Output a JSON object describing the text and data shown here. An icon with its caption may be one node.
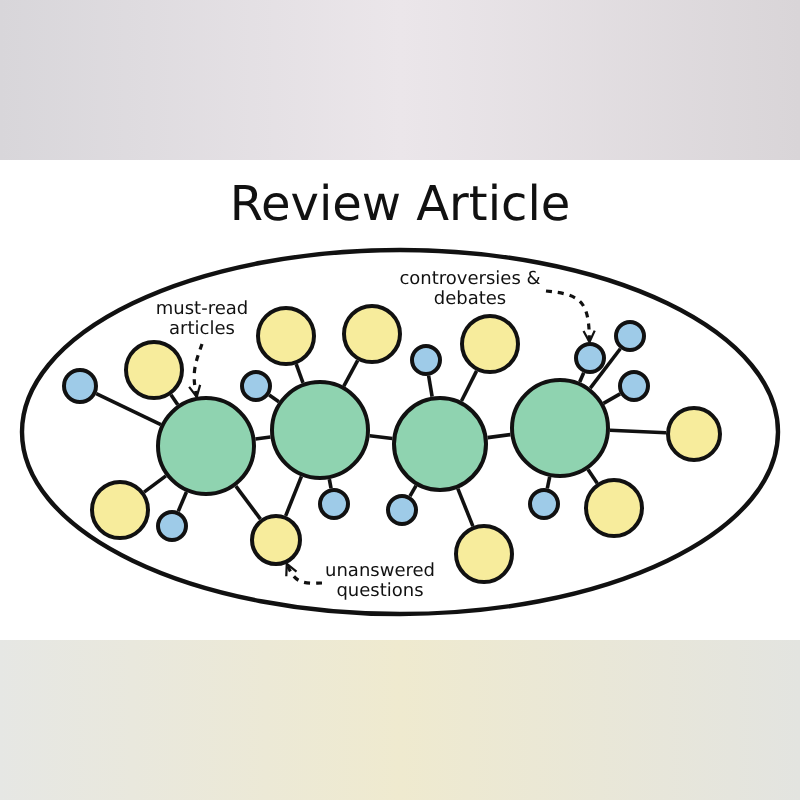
{
  "diagram": {
    "title": "Review Article",
    "nodes": [
      {
        "text": [
          "must-read articles"
        ]
      },
      {
        "text": [
          "controversies & debates"
        ]
      },
      {
        "text": [
          "unanswered questions"
        ]
      },
      {
        "text": [],
        "shape": "circle"
      },
      {
        "text": [],
        "shape": "circle"
      },
      {
        "text": [],
        "shape": "circle"
      },
      {
        "text": [],
        "shape": "circle"
      },
      {
        "text": [],
        "shape": "circle"
      },
      {
        "text": [],
        "shape": "circle"
      },
      {
        "text": [],
        "shape": "circle"
      },
      {
        "text": [],
        "shape": "circle"
      },
      {
        "text": [],
        "shape": "circle"
      },
      {
        "text": [],
        "shape": "circle"
      },
      {
        "text": [],
        "shape": "circle"
      },
      {
        "text": [],
        "shape": "circle"
      },
      {
        "text": [],
        "shape": "circle"
      },
      {
        "text": [],
        "shape": "circle"
      },
      {
        "text": [],
        "shape": "circle"
      },
      {
        "text": [],
        "shape": "circle"
      },
      {
        "text": [],
        "shape": "circle"
      },
      {
        "text": [],
        "shape": "circle"
      },
      {
        "text": [],
        "shape": "circle"
      },
      {
        "text": [],
        "shape": "circle"
      },
      {
        "text": [],
        "shape": "circle"
      },
      {
        "text": [],
        "shape": "circle"
      },
      {
        "text": [],
        "shape": "circle"
      }
    ],
    "edges": [
      {
        "from": 0,
        "to": 7,
        "arrow": "to",
        "style": "dashed"
      },
      {
        "from": 1,
        "to": 21,
        "arrow": "to",
        "style": "dashed"
      },
      {
        "from": 2,
        "to": 9,
        "arrow": "to",
        "style": "dashed"
      },
      {
        "from": 7,
        "to": 3,
        "arrow": "none"
      },
      {
        "from": 7,
        "to": 5,
        "arrow": "none"
      },
      {
        "from": 7,
        "to": 4,
        "arrow": "none"
      },
      {
        "from": 7,
        "to": 6,
        "arrow": "none"
      },
      {
        "from": 7,
        "to": 9,
        "arrow": "none"
      },
      {
        "from": 7,
        "to": 11,
        "arrow": "none"
      },
      {
        "from": 11,
        "to": 8,
        "arrow": "none"
      },
      {
        "from": 11,
        "to": 10,
        "arrow": "none"
      },
      {
        "from": 11,
        "to": 13,
        "arrow": "none"
      },
      {
        "from": 11,
        "to": 12,
        "arrow": "none"
      },
      {
        "from": 11,
        "to": 9,
        "arrow": "none"
      },
      {
        "from": 11,
        "to": 16,
        "arrow": "none"
      },
      {
        "from": 16,
        "to": 15,
        "arrow": "none"
      },
      {
        "from": 16,
        "to": 18,
        "arrow": "none"
      },
      {
        "from": 16,
        "to": 14,
        "arrow": "none"
      },
      {
        "from": 16,
        "to": 17,
        "arrow": "none"
      },
      {
        "from": 16,
        "to": 20,
        "arrow": "none"
      },
      {
        "from": 20,
        "to": 21,
        "arrow": "none"
      },
      {
        "from": 20,
        "to": 23,
        "arrow": "none"
      },
      {
        "from": 20,
        "to": 24,
        "arrow": "none"
      },
      {
        "from": 20,
        "to": 25,
        "arrow": "none"
      },
      {
        "from": 20,
        "to": 19,
        "arrow": "none"
      },
      {
        "from": 20,
        "to": 22,
        "arrow": "none"
      }
    ]
  }
}
